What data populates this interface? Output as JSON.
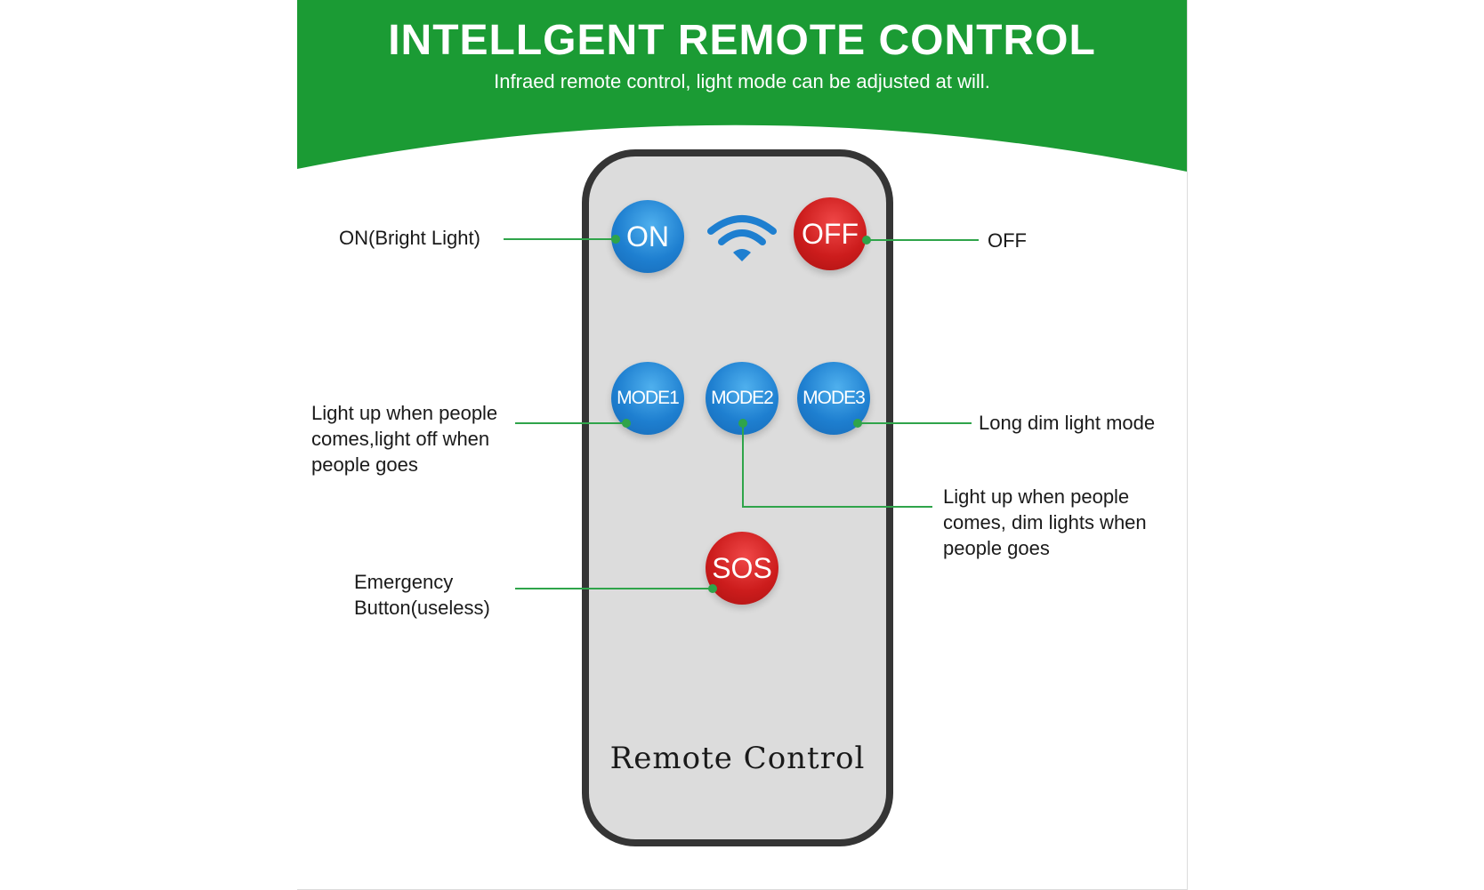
{
  "header": {
    "title": "INTELLGENT REMOTE CONTROL",
    "subtitle": "Infraed remote control, light mode can be adjusted at will.",
    "bg_color": "#1b9b34"
  },
  "remote": {
    "label": "Remote Control",
    "signal_icon": "wifi-icon",
    "buttons": {
      "on": "ON",
      "off": "OFF",
      "mode1": "MODE1",
      "mode2": "MODE2",
      "mode3": "MODE3",
      "sos": "SOS"
    },
    "colors": {
      "blue": "#1e7fd0",
      "red": "#cc1c1c",
      "body": "#dcdcdc",
      "frame": "#353535"
    }
  },
  "callouts": {
    "on": "ON(Bright Light)",
    "off": "OFF",
    "mode1": "Light up when people comes,light off when people goes",
    "mode2": "Light up when people comes, dim lights when people goes",
    "mode3": "Long dim light mode",
    "sos": "Emergency Button(useless)",
    "line_color": "#2fa44a"
  }
}
